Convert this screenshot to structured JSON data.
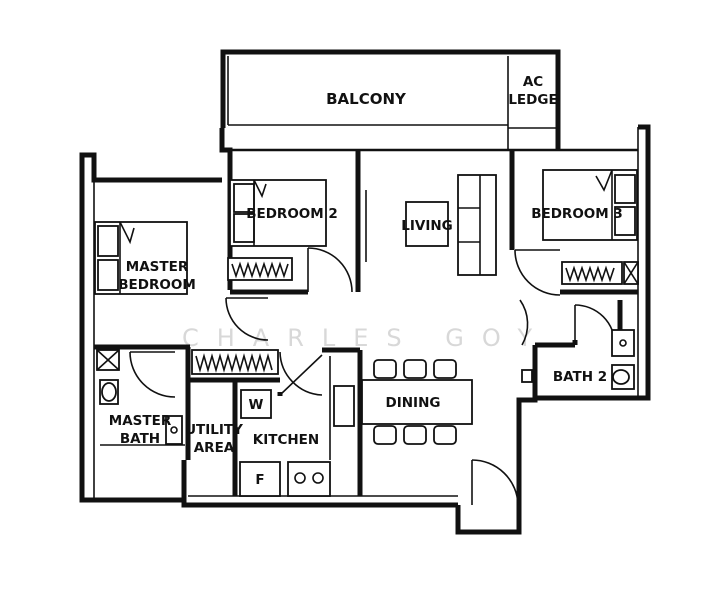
{
  "rooms": {
    "balcony": "BALCONY",
    "ac_ledge_1": "AC",
    "ac_ledge_2": "LEDGE",
    "bedroom2": "BEDROOM 2",
    "living": "LIVING",
    "bedroom3": "BEDROOM 3",
    "master_bedroom_1": "MASTER",
    "master_bedroom_2": "BEDROOM",
    "master_bath_1": "MASTER",
    "master_bath_2": "BATH",
    "utility_1": "UTILITY",
    "utility_2": "AREA",
    "kitchen": "KITCHEN",
    "dining": "DINING",
    "bath2": "BATH 2"
  },
  "appliances": {
    "washer": "W",
    "fridge": "F"
  },
  "watermark": "CHARLES GOY"
}
